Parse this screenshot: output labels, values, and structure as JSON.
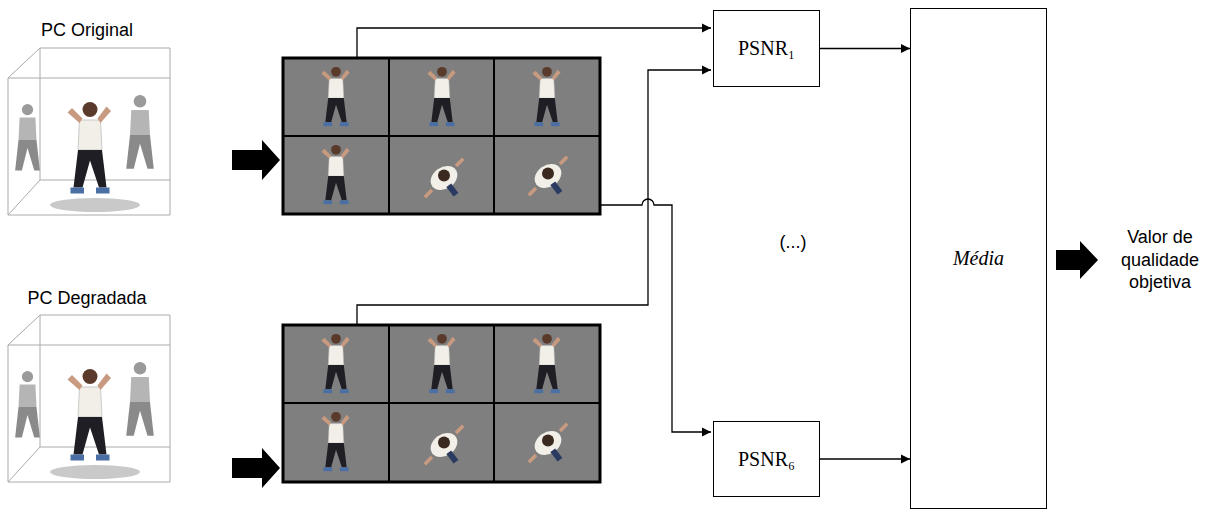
{
  "diagram": {
    "nodes": [
      {
        "text": [
          "PSNR₁"
        ]
      },
      {
        "text": [
          "PSNR₆"
        ]
      },
      {
        "text": [
          "Média"
        ]
      }
    ],
    "edges": [
      {
        "from": 0,
        "to": 2,
        "arrow": "to"
      },
      {
        "from": 1,
        "to": 2,
        "arrow": "to"
      }
    ],
    "labels": [
      "PC Original",
      "PC Degradada",
      "(...)",
      "Valor de qualidade objetiva"
    ]
  }
}
